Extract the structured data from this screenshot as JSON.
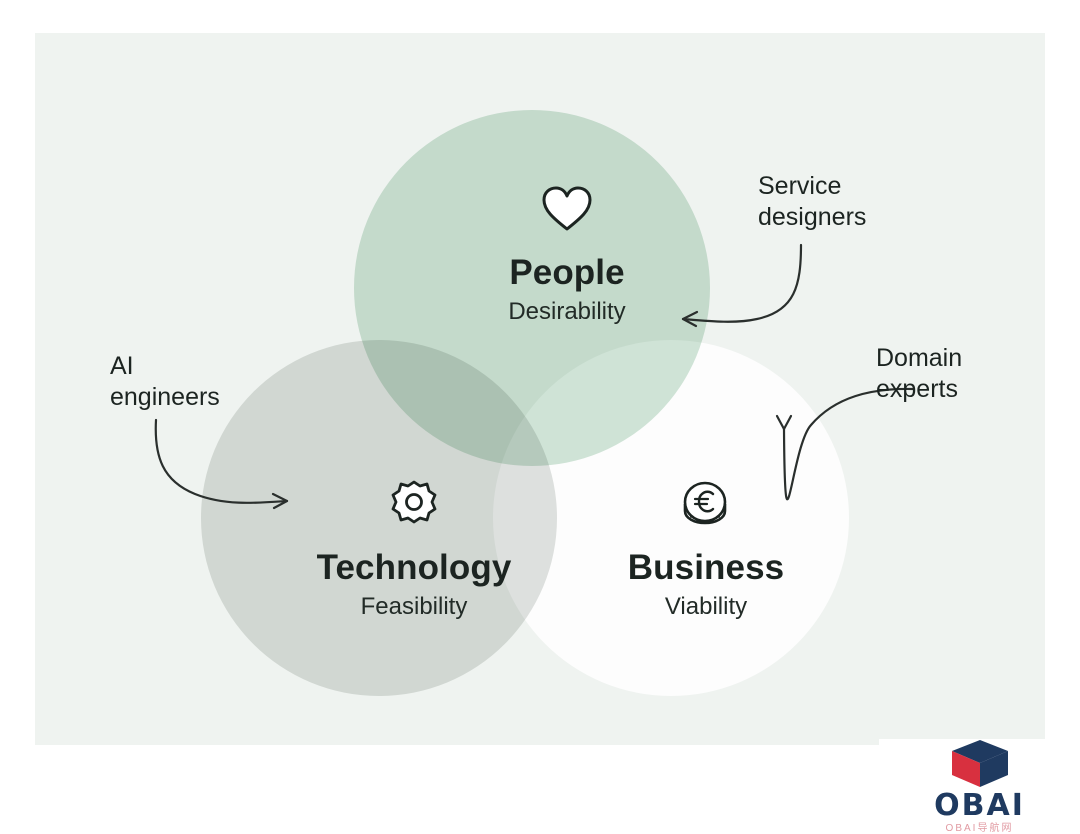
{
  "diagram": {
    "title_hidden": "",
    "background_color": "#eff3f0",
    "lobes": [
      {
        "id": "people",
        "icon": "heart-icon",
        "title": "People",
        "subtitle": "Desirability",
        "color": "#d1e5d8"
      },
      {
        "id": "technology",
        "icon": "gear-icon",
        "title": "Technology",
        "subtitle": "Feasibility",
        "color": "#dfe2e0"
      },
      {
        "id": "business",
        "icon": "euro-coin-icon",
        "title": "Business",
        "subtitle": "Viability",
        "color": "#fdfdfd"
      }
    ],
    "annotations": [
      {
        "id": "service-designers",
        "text": "Service\ndesigners",
        "points_to": "people",
        "arrow": "curve-left"
      },
      {
        "id": "ai-engineers",
        "text": "AI\nengineers",
        "points_to": "technology",
        "arrow": "curve-right"
      },
      {
        "id": "domain-experts",
        "text": "Domain\nexperts",
        "points_to": "business",
        "arrow": "curve-down"
      }
    ]
  },
  "watermark": {
    "wordmark": "OBAI",
    "subtitle": "OBAI导航网",
    "cube_color_left": "#d8303f",
    "cube_color_right": "#1f3a60",
    "text_color": "#1f3a60",
    "subtitle_color": "#e19aa2"
  }
}
